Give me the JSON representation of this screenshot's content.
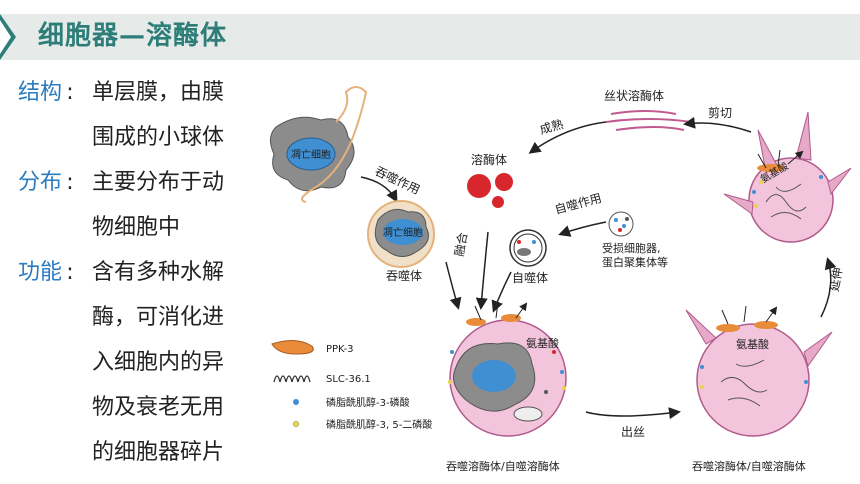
{
  "header": {
    "title": "细胞器—溶酶体"
  },
  "content": {
    "structure": {
      "label": "结构",
      "sep": ":",
      "lines": [
        "单层膜，由膜",
        "围成的小球体"
      ]
    },
    "distribution": {
      "label": "分布",
      "sep": ":",
      "lines": [
        "主要分布于动",
        "物细胞中"
      ]
    },
    "function": {
      "label": "功能",
      "sep": ":",
      "lines": [
        "含有多种水解",
        "酶，可消化进",
        "入细胞内的异",
        "物及衰老无用",
        "的细胞器碎片"
      ]
    }
  },
  "diagram": {
    "labels": {
      "apoptotic_cell": "凋亡细胞",
      "phagocytosis": "吞噬作用",
      "phagosome": "吞噬体",
      "lysosome": "溶酶体",
      "maturation": "成熟",
      "tubular_lysosome": "丝状溶酶体",
      "cleavage": "剪切",
      "autophagy": "自噬作用",
      "damaged_organelles": "受损细胞器,",
      "protein_aggregates": "蛋白聚集体等",
      "autophagosome": "自噬体",
      "fusion": "融合",
      "amino_acid_bottom": "氨基酸",
      "amino_acid_right": "氨基酸",
      "amino_acid_top": "氨基酸",
      "budding": "出丝",
      "extension": "延伸",
      "phagolysosome_left": "吞噬溶酶体/自噬溶酶体",
      "phagolysosome_right": "吞噬溶酶体/自噬溶酶体"
    },
    "legend": [
      {
        "name": "PPK-3",
        "symbol": "orange-blob"
      },
      {
        "name": "SLC-36.1",
        "symbol": "coil"
      },
      {
        "name": "磷脂酰肌醇-3-磷酸",
        "symbol": "blue-dot"
      },
      {
        "name": "磷脂酰肌醇-3, 5-二磷酸",
        "symbol": "yellow-dot"
      }
    ],
    "colors": {
      "phagolysosome_fill": "#f3c5dc",
      "nucleus_blue": "#3f8fd2",
      "lysosome_red": "#d8262d",
      "cell_gray": "#8c8c8c",
      "ppk3_orange": "#e98c3a",
      "title_teal": "#2d7d79",
      "label_blue": "#2b7bbf"
    }
  }
}
